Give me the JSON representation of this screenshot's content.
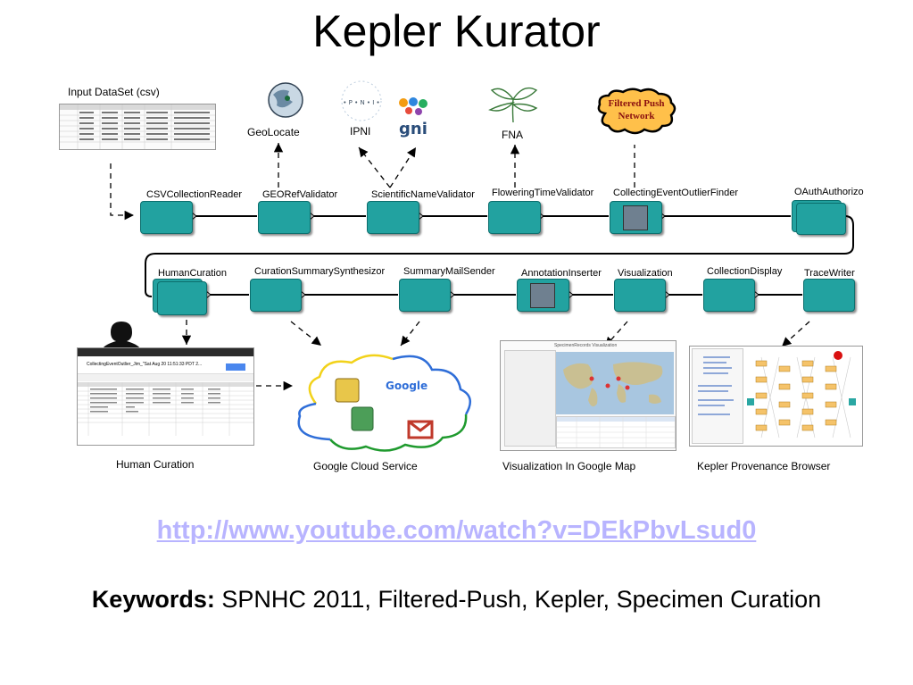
{
  "title": "Kepler Kurator",
  "services": {
    "input": "Input DataSet (csv)",
    "geolocate": "GeoLocate",
    "ipni": "IPNI",
    "gni": "gni",
    "fna": "FNA",
    "filtered_push": "Filtered Push Network",
    "ipni_logo": "• P • N • I •"
  },
  "actors_row1": [
    "CSVCollectionReader",
    "GEORefValidator",
    "ScientificNameValidator",
    "FloweringTimeValidator",
    "CollectingEventOutlierFinder",
    "OAuthAuthorizo"
  ],
  "actors_row2": [
    "HumanCuration",
    "CurationSummarySynthesizor",
    "SummaryMailSender",
    "AnnotationInserter",
    "Visualization",
    "CollectionDisplay",
    "TraceWriter"
  ],
  "outputs": {
    "human_curation": "Human Curation",
    "google_cloud": "Google Cloud Service",
    "google_map": "Visualization In Google Map",
    "provenance": "Kepler Provenance Browser"
  },
  "spreadsheet_title": "CollectingEventOutlier_Jim_\"Sat Aug 20 11:51:33 PDT 2...",
  "map_title": "SpecimenRecords Visualization",
  "google_text": "Google",
  "link": "http://www.youtube.com/watch?v=DEkPbvLsud0",
  "keywords_label": "Keywords:",
  "keywords": " SPNHC 2011, Filtered-Push, Kepler, Specimen Curation",
  "colors": {
    "actor": "#22a2a0",
    "link": "#b8b4ff",
    "cloud_yellow": "#f2d21a",
    "cloud_blue": "#2f6ed8",
    "cloud_green": "#1f9a2e"
  }
}
